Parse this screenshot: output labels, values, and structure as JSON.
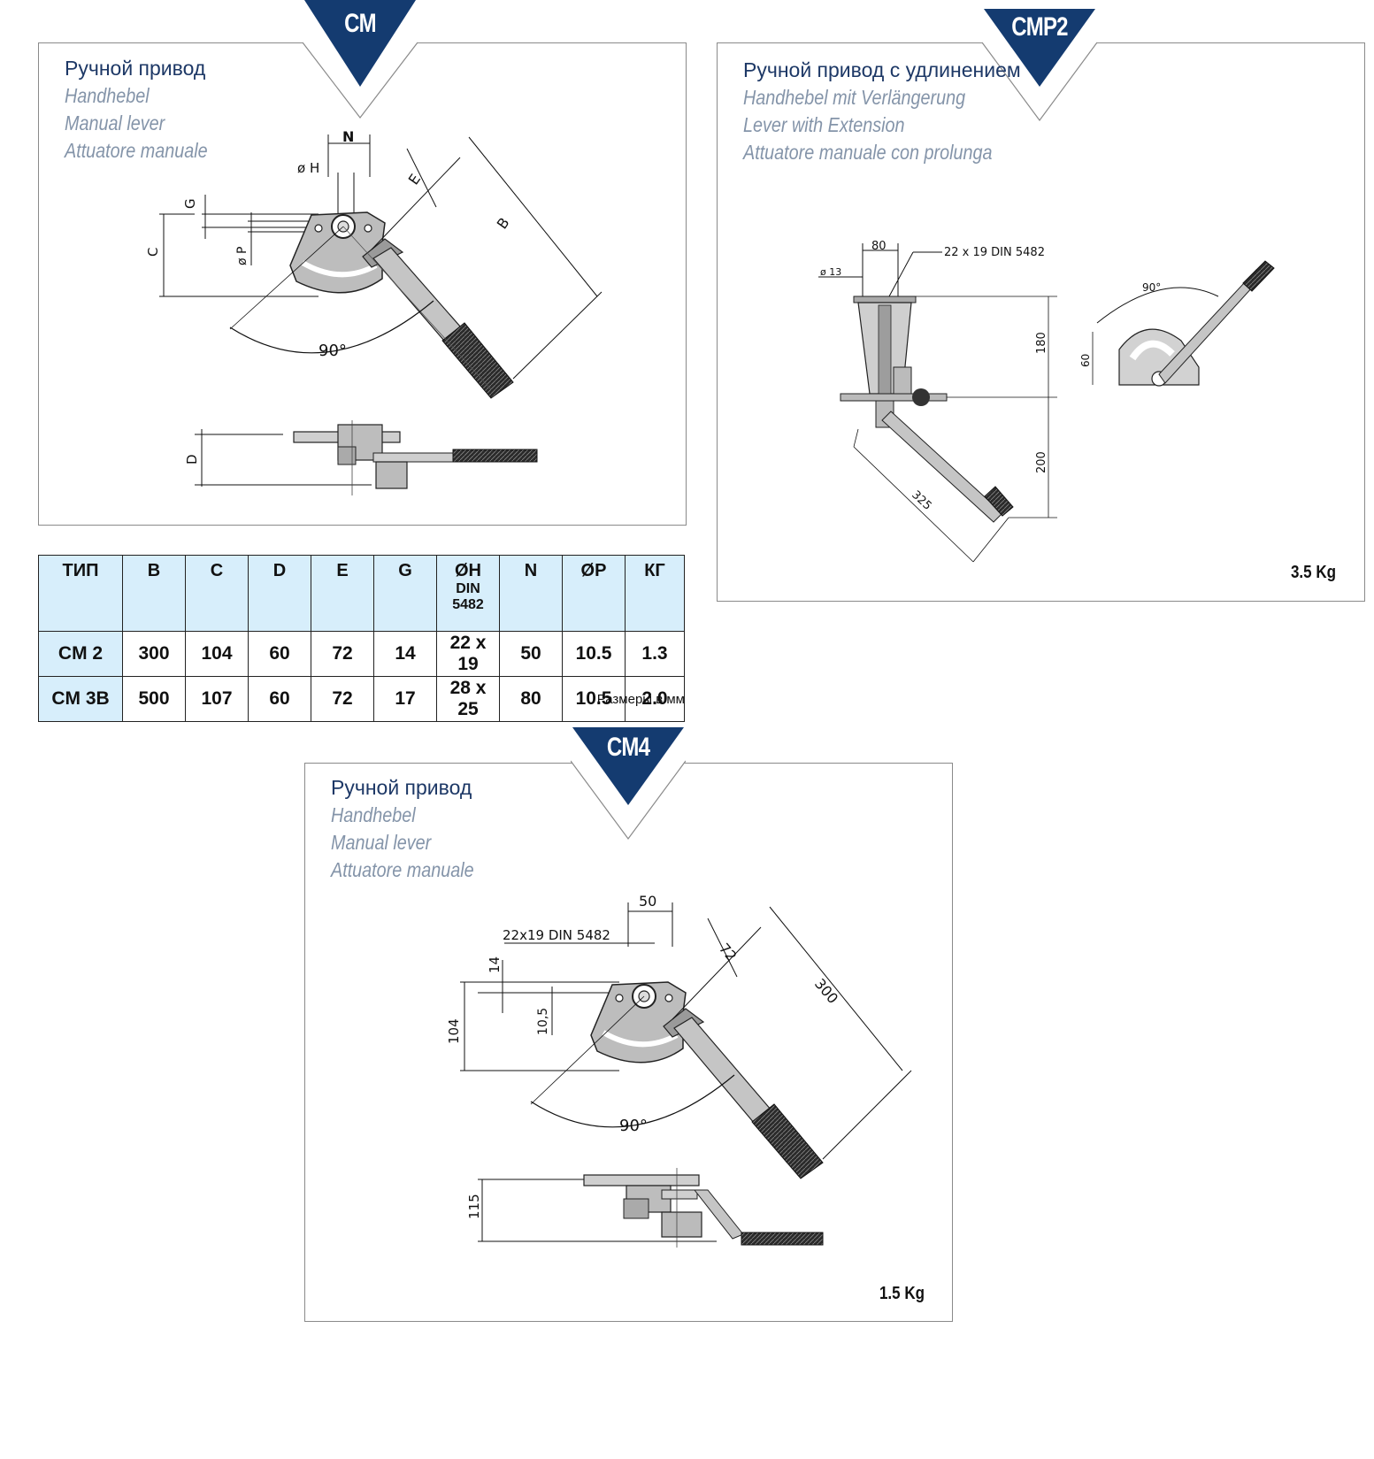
{
  "panels": {
    "cm": {
      "tab": "CM",
      "title_ru": "Ручной привод",
      "title_de": "Handhebel",
      "title_en": "Manual lever",
      "title_it": "Attuatore manuale",
      "dims": {
        "n": "N",
        "h": "ø H",
        "g": "G",
        "c": "C",
        "p": "ø P",
        "e": "E",
        "b": "B",
        "angle": "90°",
        "d": "D"
      }
    },
    "cmp2": {
      "tab": "CMP2",
      "title_ru": "Ручной привод с удлинением",
      "title_de": "Handhebel mit Verlängerung",
      "title_en": "Lever with Extension",
      "title_it": "Attuatore manuale con prolunga",
      "weight": "3.5 Kg",
      "dims": {
        "w80": "80",
        "spline": "22 x 19 DIN 5482",
        "d13": "ø 13",
        "h180": "180",
        "h200": "200",
        "l325": "325",
        "angle": "90°",
        "h60": "60"
      }
    },
    "cm4": {
      "tab": "CM4",
      "title_ru": "Ручной привод",
      "title_de": "Handhebel",
      "title_en": "Manual lever",
      "title_it": "Attuatore manuale",
      "weight": "1.5 Kg",
      "dims": {
        "n": "50",
        "spline": "22x19 DIN 5482",
        "g": "14",
        "c": "104",
        "p": "10,5",
        "e": "72",
        "b": "300",
        "angle": "90°",
        "d": "115"
      }
    }
  },
  "table": {
    "headers": [
      "ТИП",
      "B",
      "C",
      "D",
      "E",
      "G",
      "ØH",
      "N",
      "ØP",
      "КГ"
    ],
    "header_sub": "DIN 5482",
    "rows": [
      [
        "CM 2",
        "300",
        "104",
        "60",
        "72",
        "14",
        "22 x 19",
        "50",
        "10.5",
        "1.3"
      ],
      [
        "CM 3B",
        "500",
        "107",
        "60",
        "72",
        "17",
        "28 x 25",
        "80",
        "10.5",
        "2.0"
      ]
    ],
    "units_note": "Размеры в мм"
  },
  "colors": {
    "tab": "#143b70",
    "title_ru": "#1d3866",
    "title_alt": "#8494a9",
    "table_header_bg": "#d7eefb",
    "border": "#8a8a8a"
  }
}
